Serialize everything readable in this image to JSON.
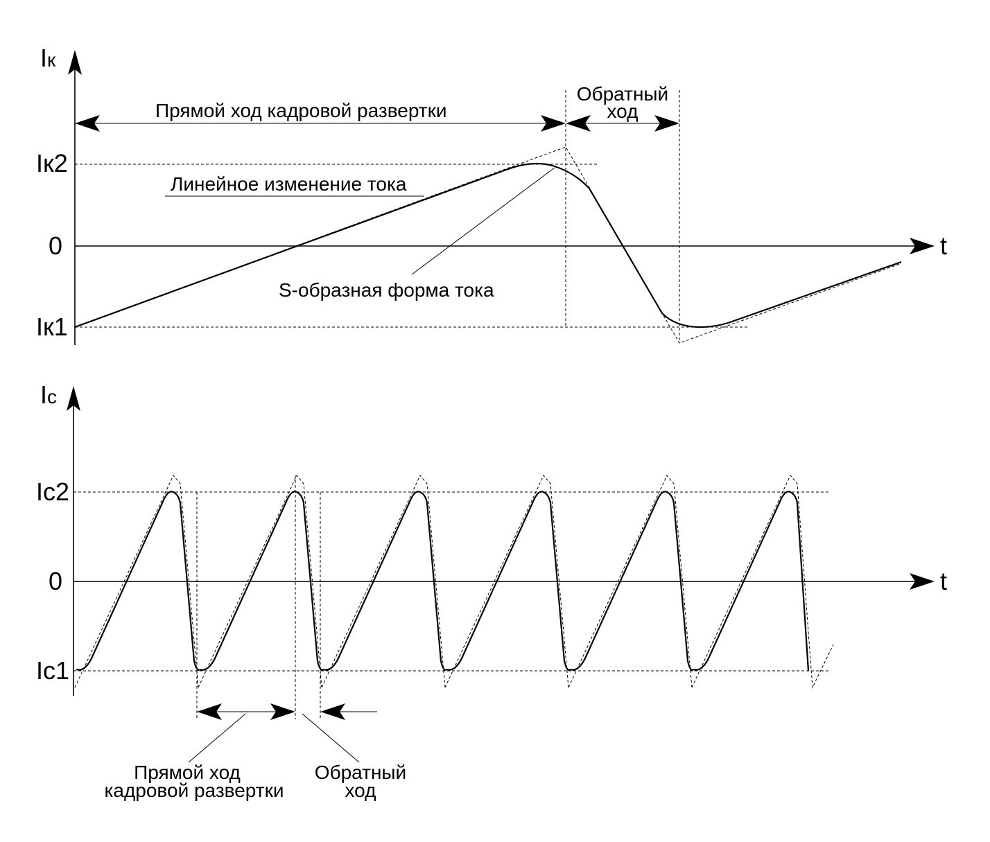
{
  "top": {
    "y_axis_symbol": "I",
    "y_axis_sub": "к",
    "x_axis": "t",
    "zero": "0",
    "level2_symbol": "I",
    "level2_sub": "к2",
    "level1_symbol": "I",
    "level1_sub": "к1",
    "forward_label": "Прямой ход кадровой развертки",
    "retrace_label_line1": "Обратный",
    "retrace_label_line2": "ход",
    "linear_label": "Линейное изменение тока",
    "s_shape_label": "S-образная форма тока"
  },
  "bottom": {
    "y_axis_symbol": "I",
    "y_axis_sub": "c",
    "x_axis": "t",
    "zero": "0",
    "level2_symbol": "I",
    "level2_sub": "c2",
    "level1_symbol": "I",
    "level1_sub": "c1",
    "forward_label_line1": "Прямой ход",
    "forward_label_line2": "кадровой развертки",
    "retrace_label_line1": "Обратный",
    "retrace_label_line2": "ход",
    "period_count": 6
  }
}
